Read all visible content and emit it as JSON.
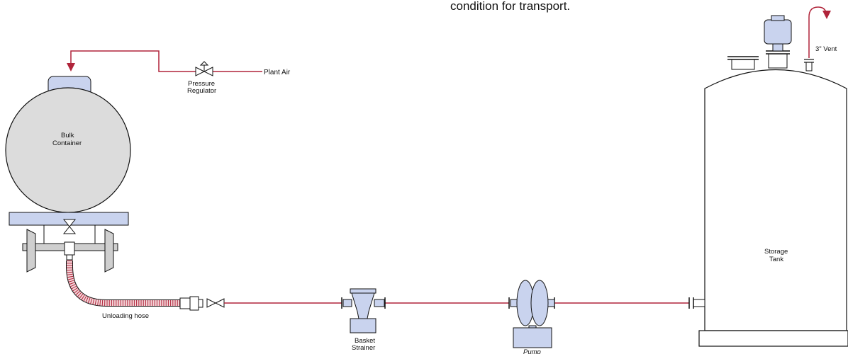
{
  "caption": "condition for transport.",
  "labels": {
    "plant_air": "Plant Air",
    "pressure_regulator_line1": "Pressure",
    "pressure_regulator_line2": "Regulator",
    "bulk_container_line1": "Bulk",
    "bulk_container_line2": "Container",
    "unloading_hose": "Unloading hose",
    "basket_strainer_line1": "Basket",
    "basket_strainer_line2": "Strainer",
    "pump": "Pump",
    "storage_tank_line1": "Storage",
    "storage_tank_line2": "Tank",
    "vent": "3\" Vent"
  },
  "colors": {
    "pipe": "#b0243a",
    "equipment_fill": "#c9d3ee",
    "container_fill": "#dcdcdc",
    "hose_fill": "#f4d4d8",
    "outline": "#111111"
  }
}
